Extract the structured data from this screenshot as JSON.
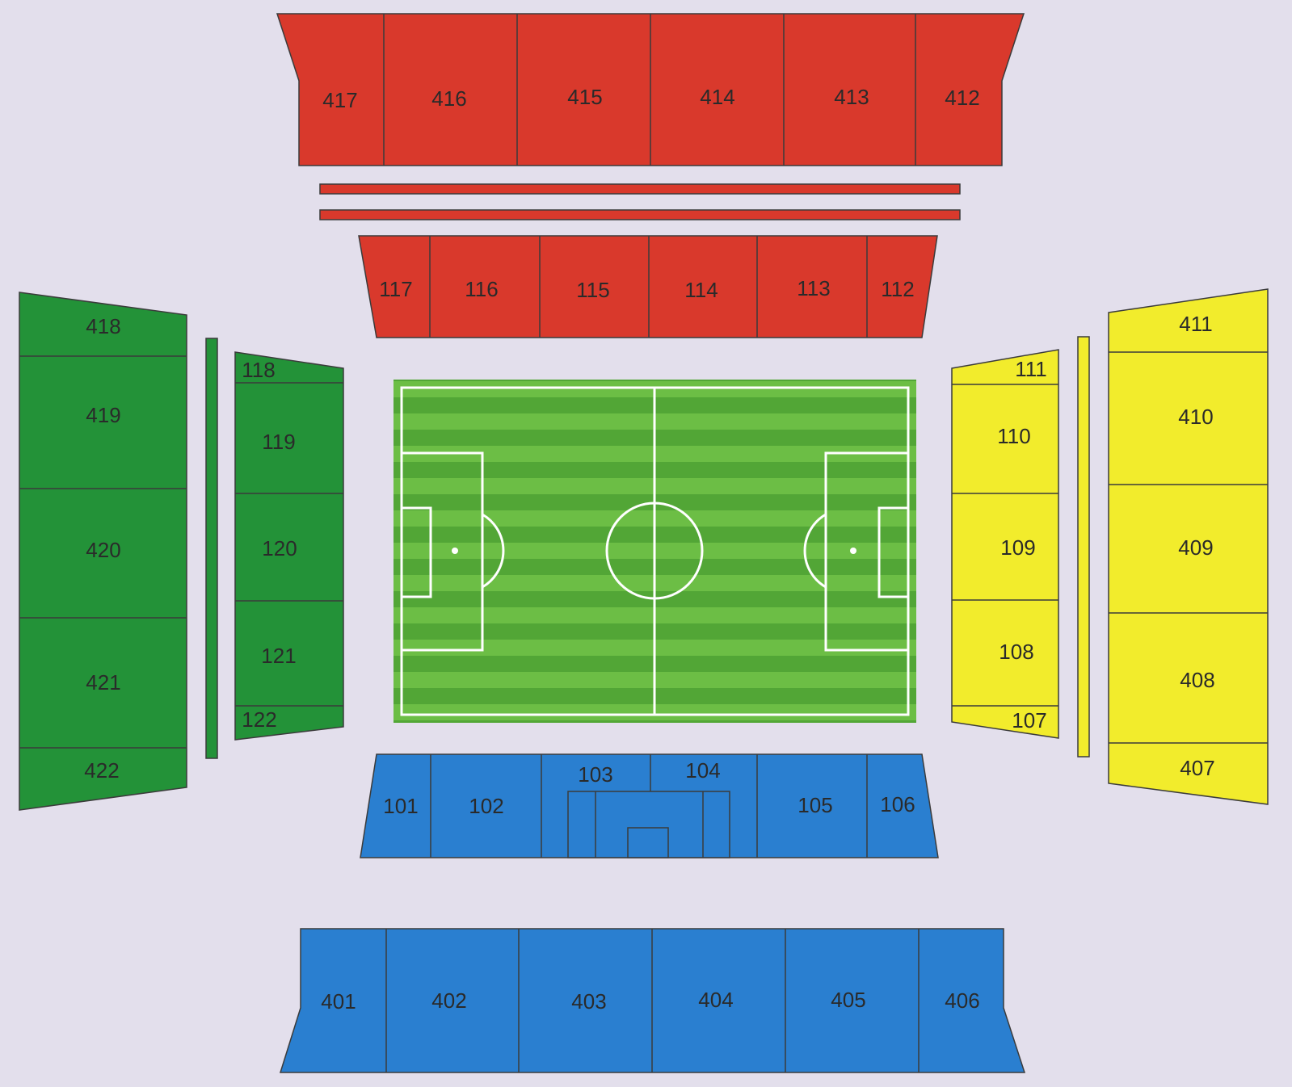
{
  "colors": {
    "background": "#e3dfec",
    "red": "#d9392c",
    "green": "#239238",
    "yellow": "#f2ec2c",
    "blue": "#2a7fd0",
    "pitch_light": "#6cbe45",
    "pitch_dark": "#52a636",
    "pitch_line": "#ffffff"
  },
  "stands": {
    "north_upper": {
      "color": "red",
      "sections": [
        "417",
        "416",
        "415",
        "414",
        "413",
        "412"
      ]
    },
    "north_lower": {
      "color": "red",
      "sections": [
        "117",
        "116",
        "115",
        "114",
        "113",
        "112"
      ]
    },
    "west_upper": {
      "color": "green",
      "sections": [
        "418",
        "419",
        "420",
        "421",
        "422"
      ]
    },
    "west_lower": {
      "color": "green",
      "sections": [
        "118",
        "119",
        "120",
        "121",
        "122"
      ]
    },
    "east_lower": {
      "color": "yellow",
      "sections": [
        "111",
        "110",
        "109",
        "108",
        "107"
      ]
    },
    "east_upper": {
      "color": "yellow",
      "sections": [
        "411",
        "410",
        "409",
        "408",
        "407"
      ]
    },
    "south_lower": {
      "color": "blue",
      "sections": [
        "101",
        "102",
        "103",
        "104",
        "105",
        "106"
      ]
    },
    "south_upper": {
      "color": "blue",
      "sections": [
        "401",
        "402",
        "403",
        "404",
        "405",
        "406"
      ]
    }
  }
}
